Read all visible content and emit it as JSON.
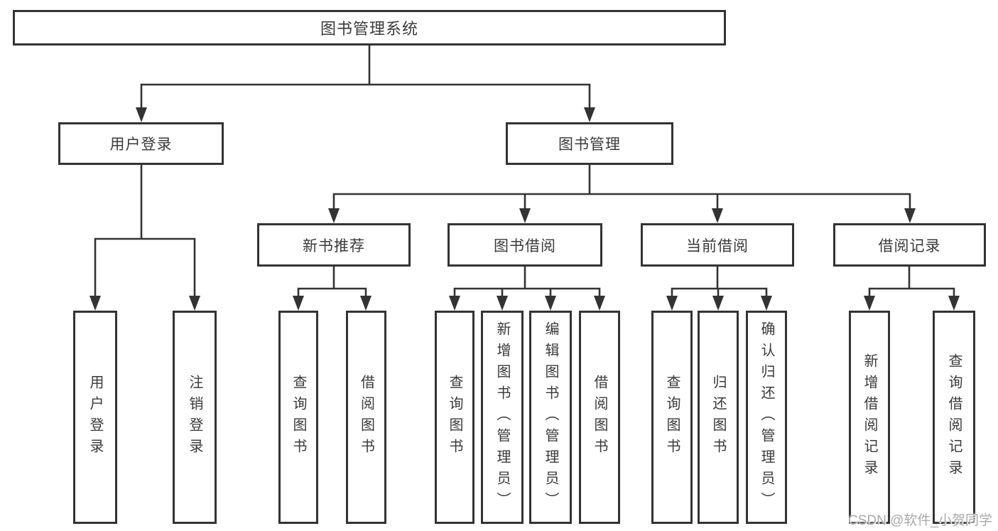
{
  "diagram": {
    "root": {
      "label": "图书管理系统"
    },
    "level2": [
      {
        "label": "用户登录"
      },
      {
        "label": "图书管理"
      }
    ],
    "level3": [
      {
        "label": "新书推荐"
      },
      {
        "label": "图书借阅"
      },
      {
        "label": "当前借阅"
      },
      {
        "label": "借阅记录"
      }
    ],
    "leaves": {
      "user_login": [
        "用户登录",
        "注销登录"
      ],
      "new_book": [
        "查询图书",
        "借阅图书"
      ],
      "book_borrow": [
        "查询图书",
        "新增图书（管理员）",
        "编辑图书（管理员）",
        "借阅图书"
      ],
      "current_borrow": [
        "查询图书",
        "归还图书",
        "确认归还（管理员）"
      ],
      "borrow_records": [
        "新增借阅记录",
        "查询借阅记录"
      ]
    }
  },
  "watermark": {
    "text": "CSDN @软件_小贺同学"
  },
  "colors": {
    "line": "#333333",
    "text": "#3a3a3a",
    "watermark": "#a9a9a9",
    "background": "#ffffff"
  }
}
